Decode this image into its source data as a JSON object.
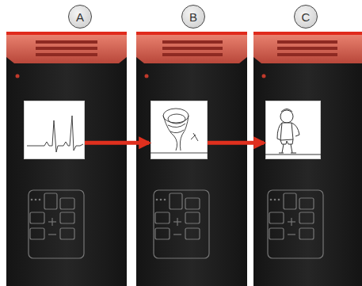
{
  "diagram": {
    "nodes": [
      {
        "text": [
          "A"
        ]
      },
      {
        "text": [
          "B"
        ]
      },
      {
        "text": [
          "C"
        ]
      }
    ],
    "edges": [
      {
        "from": 0,
        "to": 1,
        "arrow": "to"
      },
      {
        "from": 1,
        "to": 2,
        "arrow": "to"
      }
    ]
  }
}
